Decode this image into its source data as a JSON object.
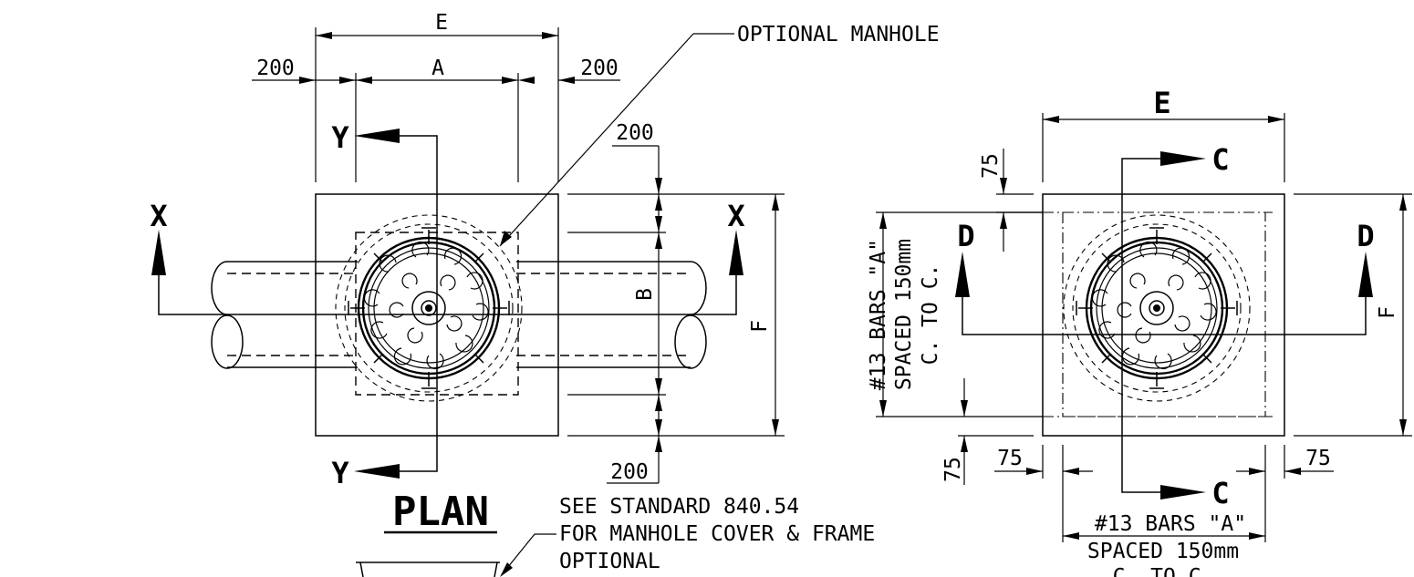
{
  "labels": {
    "optional_manhole": "OPTIONAL MANHOLE",
    "plan_title": "PLAN",
    "note_line1": "SEE STANDARD 840.54",
    "note_line2": "FOR MANHOLE COVER & FRAME",
    "note_line3": "OPTIONAL"
  },
  "plan_dims": {
    "e": "E",
    "a": "A",
    "b": "B",
    "f": "F",
    "left_offset": "200",
    "right_offset": "200",
    "top_offset": "200",
    "bottom_offset": "200"
  },
  "plan_sections": {
    "x_left": "X",
    "x_right": "X",
    "y_top": "Y",
    "y_bottom": "Y"
  },
  "reinforcement": {
    "e": "E",
    "f": "F",
    "c_top": "C",
    "c_bottom": "C",
    "d_left": "D",
    "d_right": "D",
    "top_cover": "75",
    "bottom_cover": "75",
    "left_cover": "75",
    "right_cover": "75",
    "vert_bars_line1": "#13 BARS \"A\"",
    "vert_bars_line2": "SPACED 150mm",
    "vert_bars_line3": "C. TO C.",
    "horiz_bars_line1": "#13 BARS \"A\"",
    "horiz_bars_line2": "SPACED 150mm",
    "horiz_bars_line3": "C. TO C."
  }
}
